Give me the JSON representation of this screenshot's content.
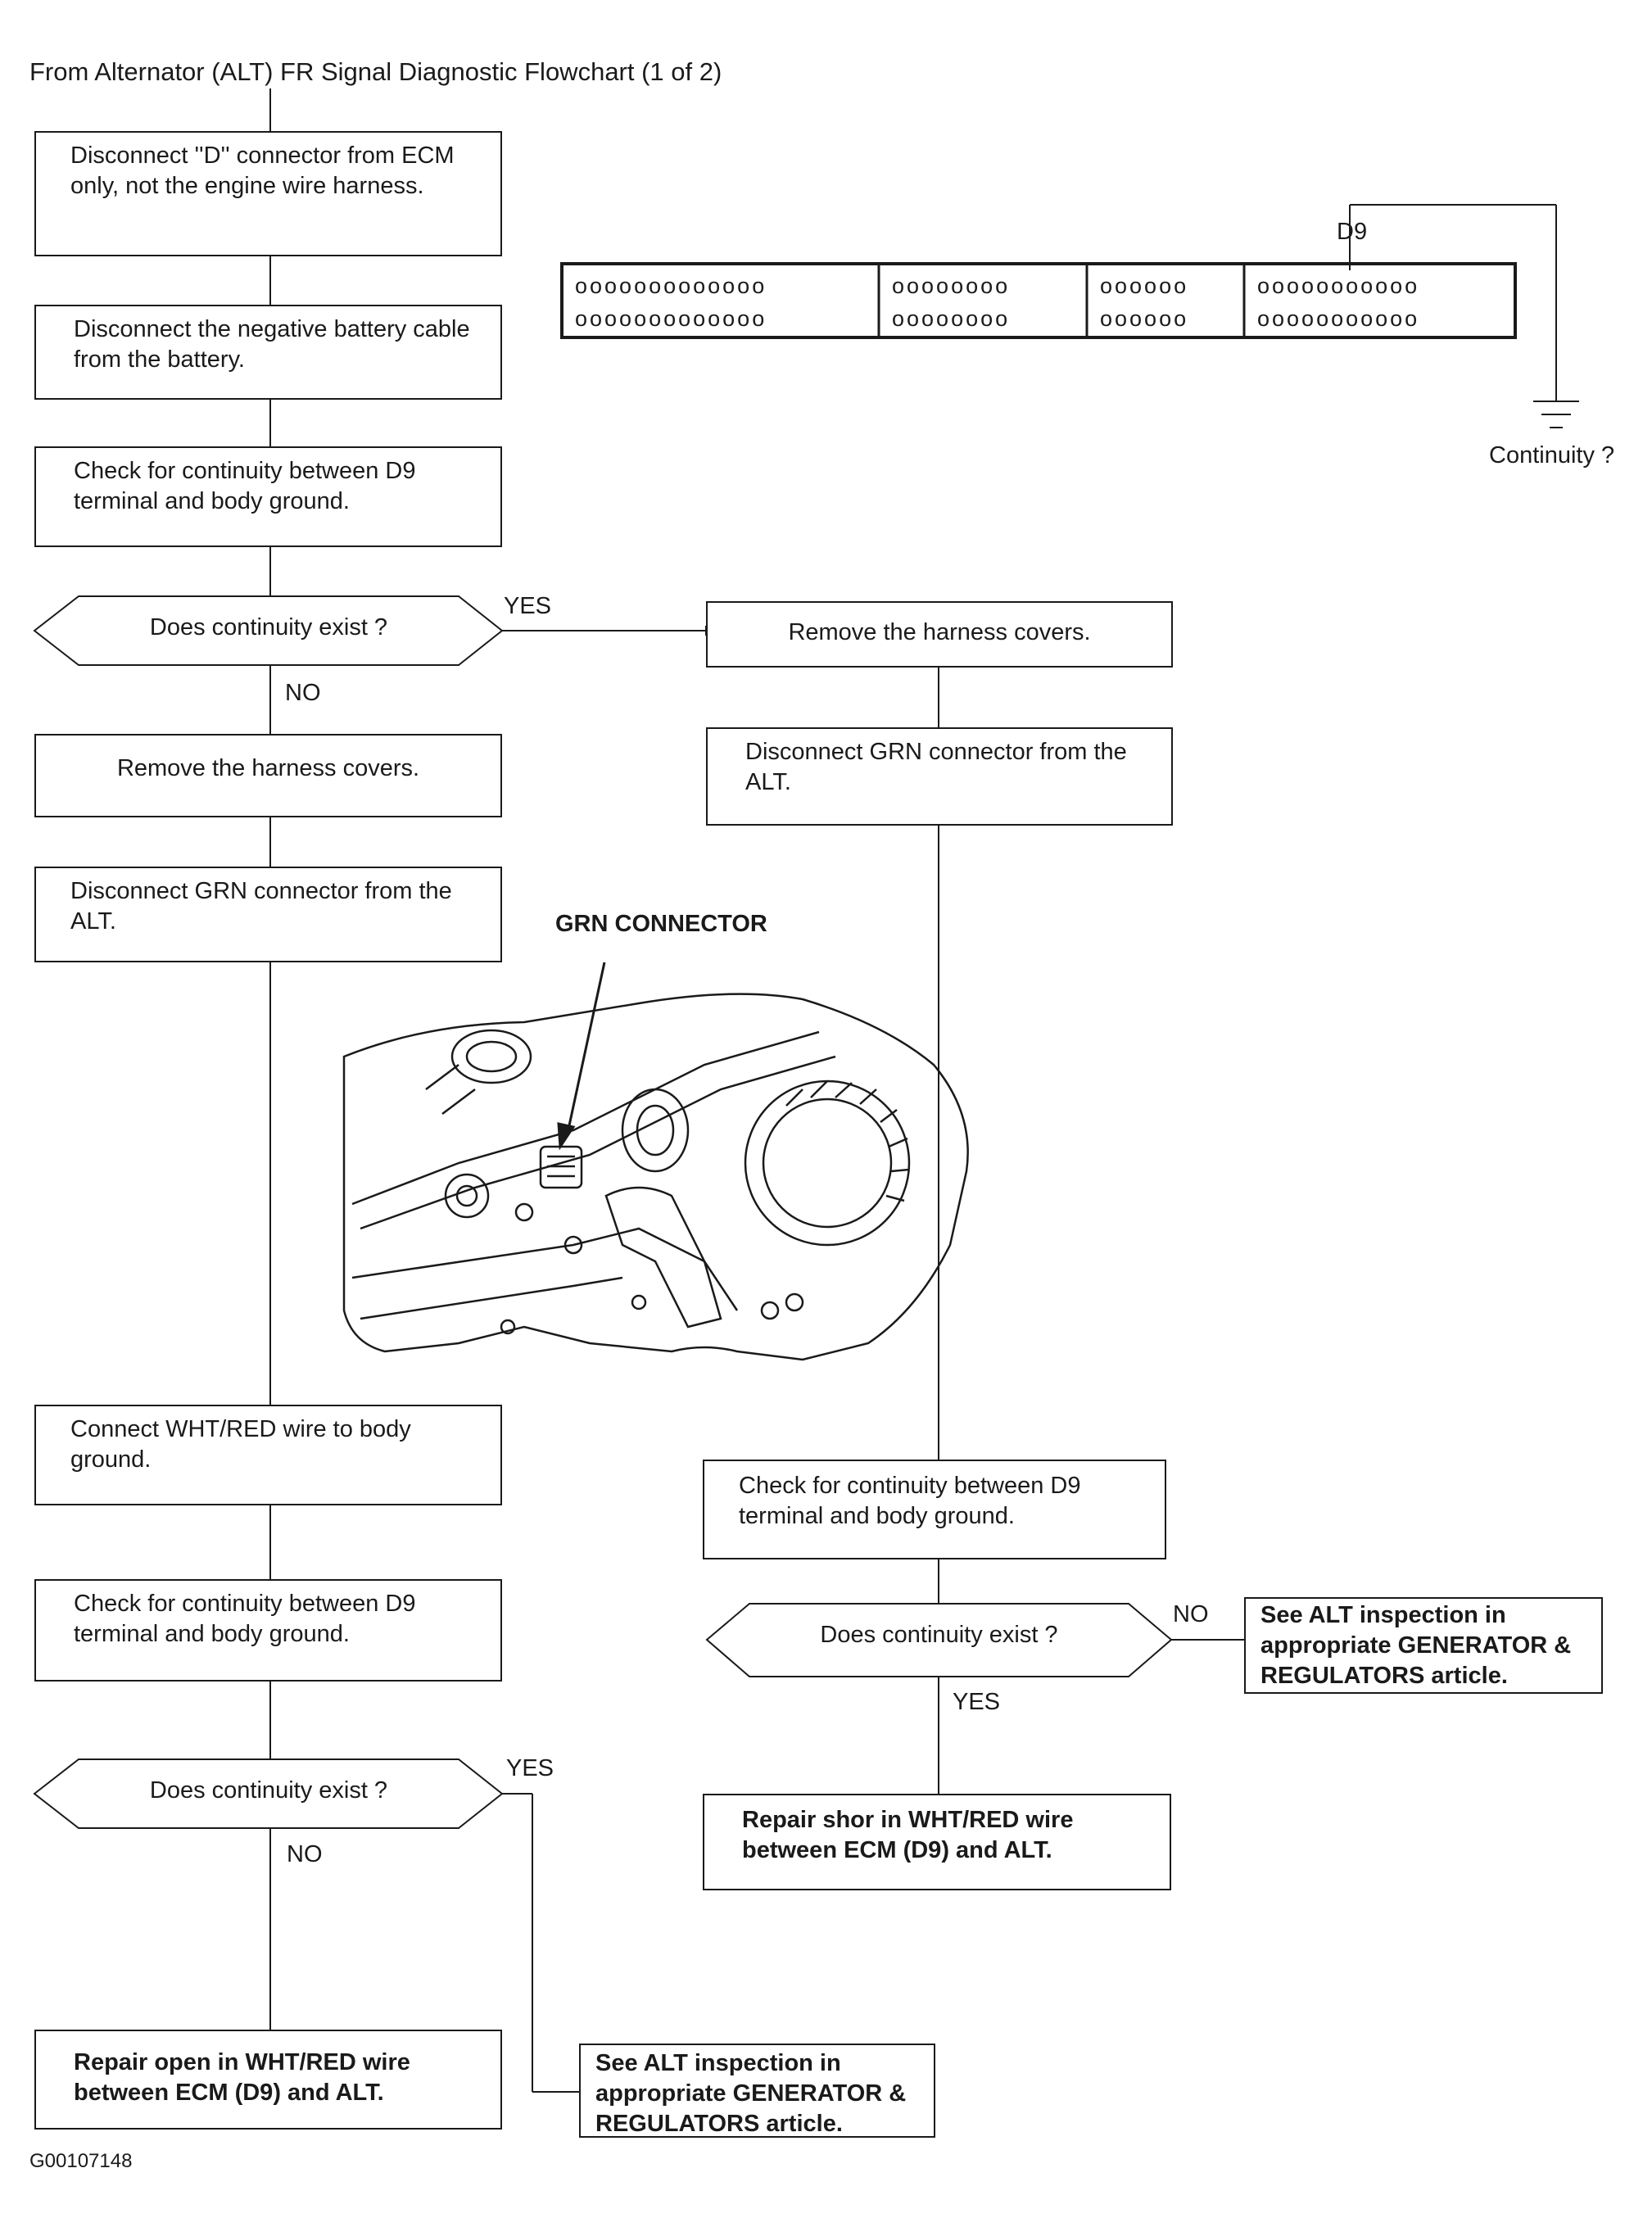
{
  "header": "From  Alternator (ALT) FR Signal Diagnostic Flowchart (1 of 2)",
  "figure_id": "G00107148",
  "connector": {
    "terminal": "D9",
    "continuity_label": "Continuity ?",
    "groups": [
      {
        "top": "ooooooooooooo",
        "bottom": "ooooooooooooo"
      },
      {
        "top": "oooooooo",
        "bottom": "oooooooo"
      },
      {
        "top": "oooooo",
        "bottom": "oooooo"
      },
      {
        "top": "ooooooooooo",
        "bottom": "ooooooooooo"
      }
    ]
  },
  "illustration": {
    "label": "GRN CONNECTOR"
  },
  "steps": {
    "disconnect_d": "Disconnect ''D'' connector from ECM only, not the engine wire harness.",
    "disconnect_battery": "Disconnect the negative battery cable from the battery.",
    "check1": "Check for continuity between D9 terminal and body ground.",
    "q1": "Does continuity exist ?",
    "remove_left": "Remove the harness covers.",
    "grn_left": "Disconnect GRN connector from the ALT.",
    "connect_wht": "Connect WHT/RED wire to body ground.",
    "check2": "Check for continuity between D9 terminal and body ground.",
    "q2": "Does continuity exist ?",
    "repair_open": "Repair open in WHT/RED wire between ECM (D9) and ALT.",
    "see_alt_bottom": "See ALT inspection in appropriate GENERATOR & REGULATORS article.",
    "remove_right": "Remove the harness covers.",
    "grn_right": "Disconnect GRN connector from the ALT.",
    "check_right": "Check for continuity between D9 terminal and body ground.",
    "q3": "Does continuity exist ?",
    "see_alt_right": "See ALT inspection in appropriate GENERATOR & REGULATORS article.",
    "repair_short": "Repair shor in WHT/RED wire between ECM (D9) and ALT."
  },
  "branch_labels": {
    "yes": "YES",
    "no": "NO"
  }
}
